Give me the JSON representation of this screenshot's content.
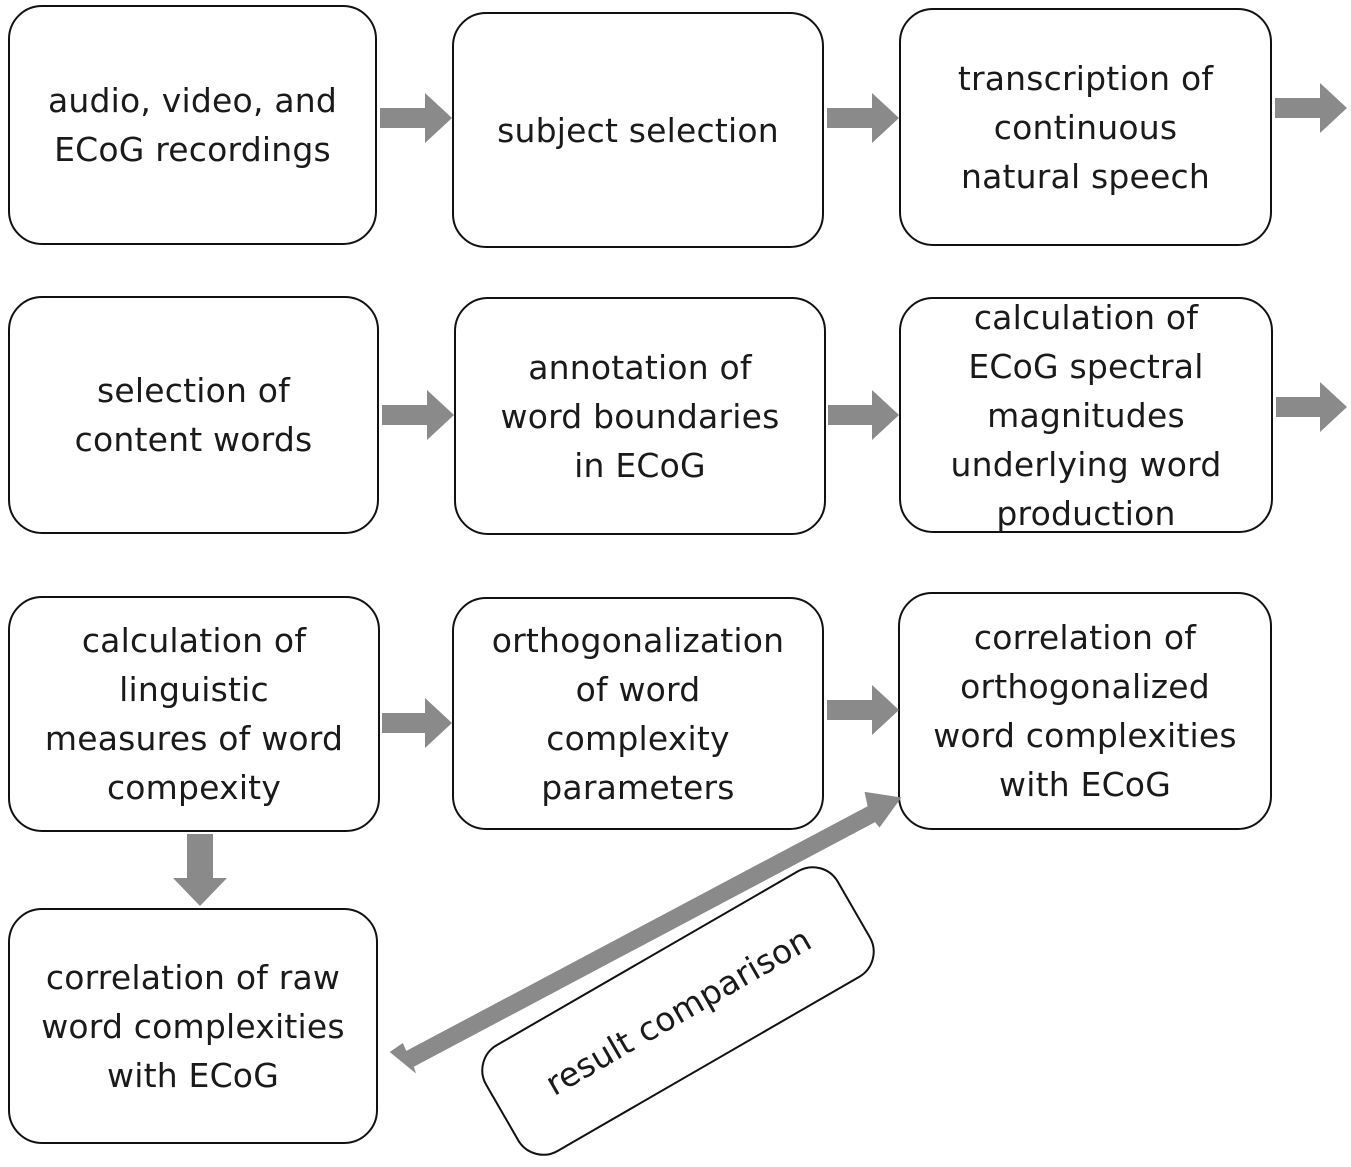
{
  "colors": {
    "arrow": "#8a8a8a",
    "border": "#111111",
    "text": "#1a1a1a",
    "background": "#ffffff"
  },
  "nodes": {
    "recordings": "audio, video, and\nECoG recordings",
    "subject_selection": "subject selection",
    "transcription": "transcription of\ncontinuous\nnatural speech",
    "content_words": "selection of\ncontent words",
    "annotation": "annotation of\nword boundaries\nin ECoG",
    "spectral": "calculation of\nECoG spectral\nmagnitudes\nunderlying word\nproduction",
    "linguistic": "calculation of\nlinguistic\nmeasures of word\ncompexity",
    "orthogonalization": "orthogonalization\nof word\ncomplexity\nparameters",
    "corr_orthogonalized": "correlation of\northogonalized\nword complexities\nwith ECoG",
    "corr_raw": "correlation of raw\nword complexities\nwith ECoG"
  },
  "comparison_label": "result comparison",
  "arrows": [
    {
      "id": "arrow-recordings-to-subject-selection",
      "type": "right"
    },
    {
      "id": "arrow-subject-selection-to-transcription",
      "type": "right"
    },
    {
      "id": "arrow-transcription-continue",
      "type": "right"
    },
    {
      "id": "arrow-content-words-to-annotation",
      "type": "right"
    },
    {
      "id": "arrow-annotation-to-spectral",
      "type": "right"
    },
    {
      "id": "arrow-spectral-continue",
      "type": "right"
    },
    {
      "id": "arrow-linguistic-to-orthogonalization",
      "type": "right"
    },
    {
      "id": "arrow-orthogonalization-to-correlation",
      "type": "right"
    },
    {
      "id": "arrow-linguistic-to-raw-correlation",
      "type": "down"
    },
    {
      "id": "arrow-result-comparison",
      "type": "double"
    }
  ]
}
